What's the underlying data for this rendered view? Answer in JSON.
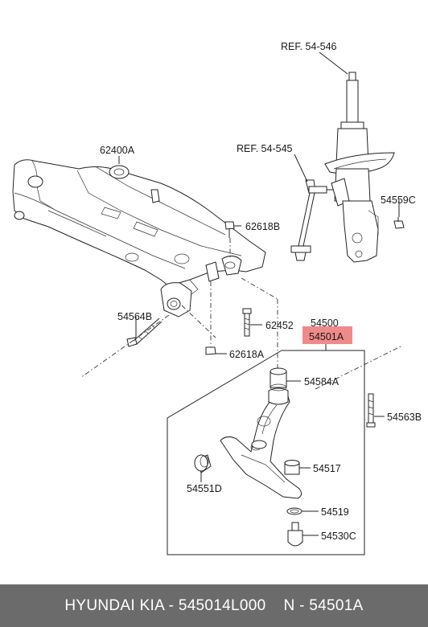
{
  "labels": {
    "ref_54546": "REF. 54-546",
    "ref_54545": "REF. 54-545",
    "p62400A": "62400A",
    "p62618B": "62618B",
    "p54559C": "54559C",
    "p54564B": "54564B",
    "p62452": "62452",
    "p62618A": "62618A",
    "p54500": "54500",
    "p54501A": "54501A",
    "p54584A": "54584A",
    "p54563B": "54563B",
    "p54517": "54517",
    "p54551D": "54551D",
    "p54519": "54519",
    "p54530C": "54530C"
  },
  "highlight_color": "#f08a8a",
  "footer": {
    "brand": "HYUNDAI  KIA - 545014L000",
    "code": "N - 54501A"
  }
}
